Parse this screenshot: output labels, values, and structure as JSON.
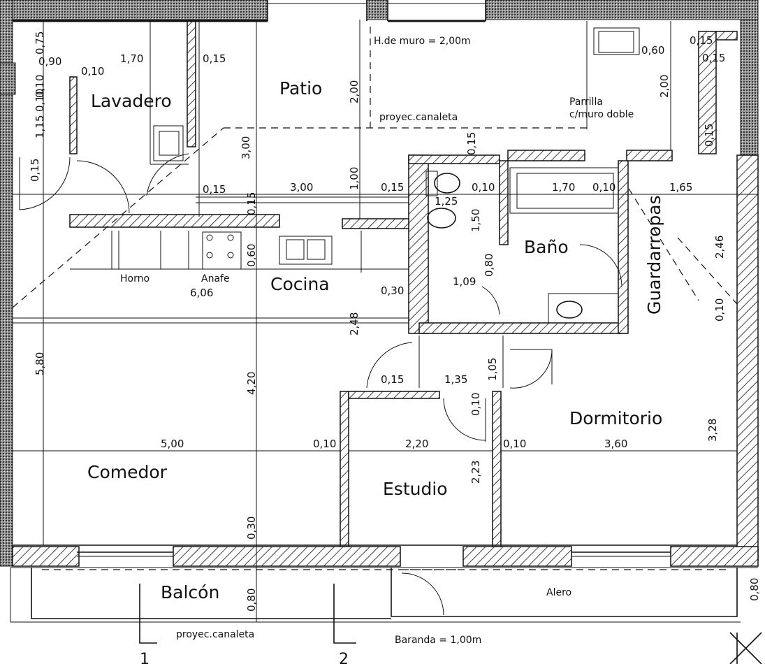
{
  "rooms": {
    "lavadero": "Lavadero",
    "patio": "Patio",
    "cocina": "Cocina",
    "bano": "Baño",
    "guardarropas": "Guardarropas",
    "comedor": "Comedor",
    "estudio": "Estudio",
    "dormitorio": "Dormitorio",
    "balcon": "Balcón"
  },
  "notes": {
    "muro": "H.de muro  =  2,00m",
    "canaleta_top": "proyec.canaleta",
    "parrilla_1": "Parrilla",
    "parrilla_2": "c/muro doble",
    "horno": "Horno",
    "anafe": "Anafe",
    "alero": "Alero",
    "canaleta_bottom": "proyec.canaleta",
    "baranda": "Baranda  =  1,00m"
  },
  "dims": {
    "d075": "0,75",
    "d090": "0,90",
    "d170a": "1,70",
    "d010a": "0,10",
    "d015a": "0,15",
    "d010b": "0,10",
    "d115": "1,15",
    "d010c": "0,10",
    "d015b": "0,15",
    "d200a": "2,00",
    "d300a": "3,00",
    "d060a": "0,60",
    "d015c": "0,15",
    "d015d": "0,15",
    "d200b": "2,00",
    "d015e": "0,15",
    "d015f": "0,15",
    "d015g": "0,15",
    "d300b": "3,00",
    "d015h": "0,15",
    "d100": "1,00",
    "d015i": "0,15",
    "d010d": "0,10",
    "d125": "1,25",
    "d170b": "1,70",
    "d010e": "0,10",
    "d165": "1,65",
    "d150": "1,50",
    "d060b": "0,60",
    "d606": "6,06",
    "d030a": "0,30",
    "d080a": "0,80",
    "d109": "1,09",
    "d246": "2,46",
    "d010f": "0,10",
    "d248": "2,48",
    "d580": "5,80",
    "d420": "4,20",
    "d015j": "0,15",
    "d135": "1,35",
    "d105": "1,05",
    "d010g": "0,10",
    "d500": "5,00",
    "d010h": "0,10",
    "d220": "2,20",
    "d010i": "0,10",
    "d360": "3,60",
    "d328": "3,28",
    "d223": "2,23",
    "d030b": "0,30",
    "d080b": "0,80",
    "d080c": "0,80"
  },
  "axes": {
    "a1": "1",
    "a2": "2"
  }
}
